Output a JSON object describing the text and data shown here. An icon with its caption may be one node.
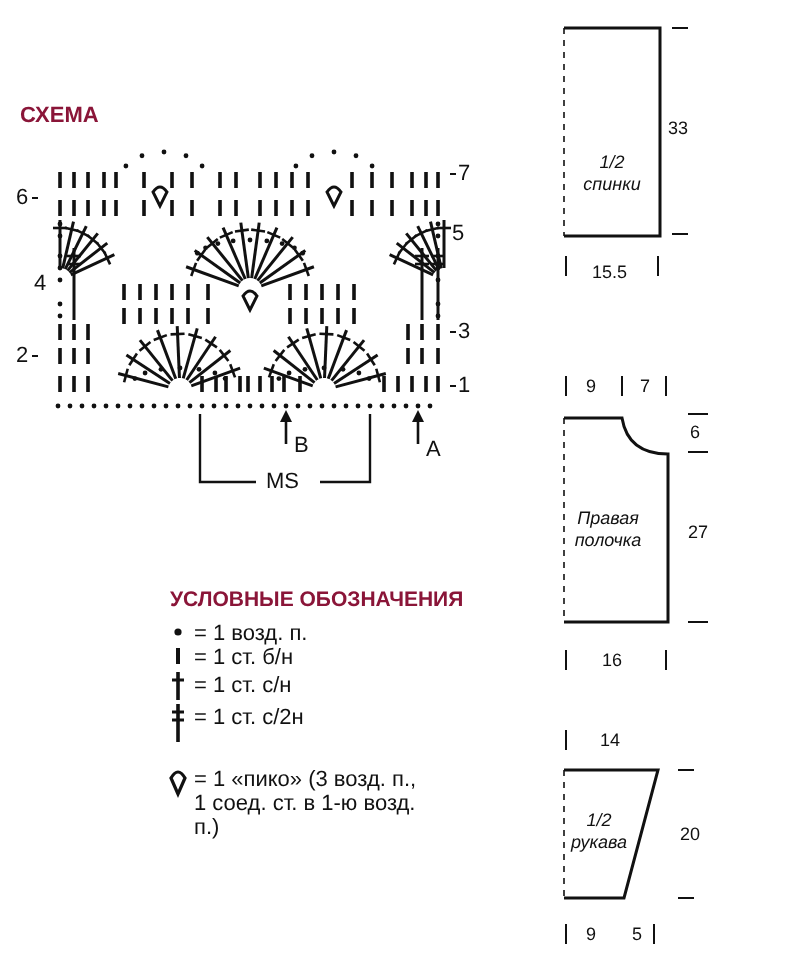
{
  "diagram": {
    "title": "СХЕМА",
    "nodes": [
      {
        "text": [
          "1/2 спинки"
        ]
      },
      {
        "text": [
          "Правая полочка"
        ]
      },
      {
        "text": [
          "1/2 рукава"
        ]
      }
    ],
    "edges": [],
    "labels": [
      "6",
      "4",
      "2",
      "7",
      "5",
      "3",
      "1",
      "B",
      "A",
      "MS",
      "УСЛОВНЫЕ ОБОЗНАЧЕНИЯ",
      "33",
      "15.5",
      "9",
      "7",
      "6",
      "27",
      "16",
      "14",
      "20",
      "9",
      "5"
    ],
    "legend": [
      {
        "text": "= 1 возд. п."
      },
      {
        "text": "= 1 ст. б/н"
      },
      {
        "text": "= 1 ст. с/н"
      },
      {
        "text": "= 1 ст. с/2н"
      },
      {
        "text": "= 1 «пико» (3 возд. п., 1 соед. ст. в 1-ю возд. п.)"
      }
    ]
  }
}
